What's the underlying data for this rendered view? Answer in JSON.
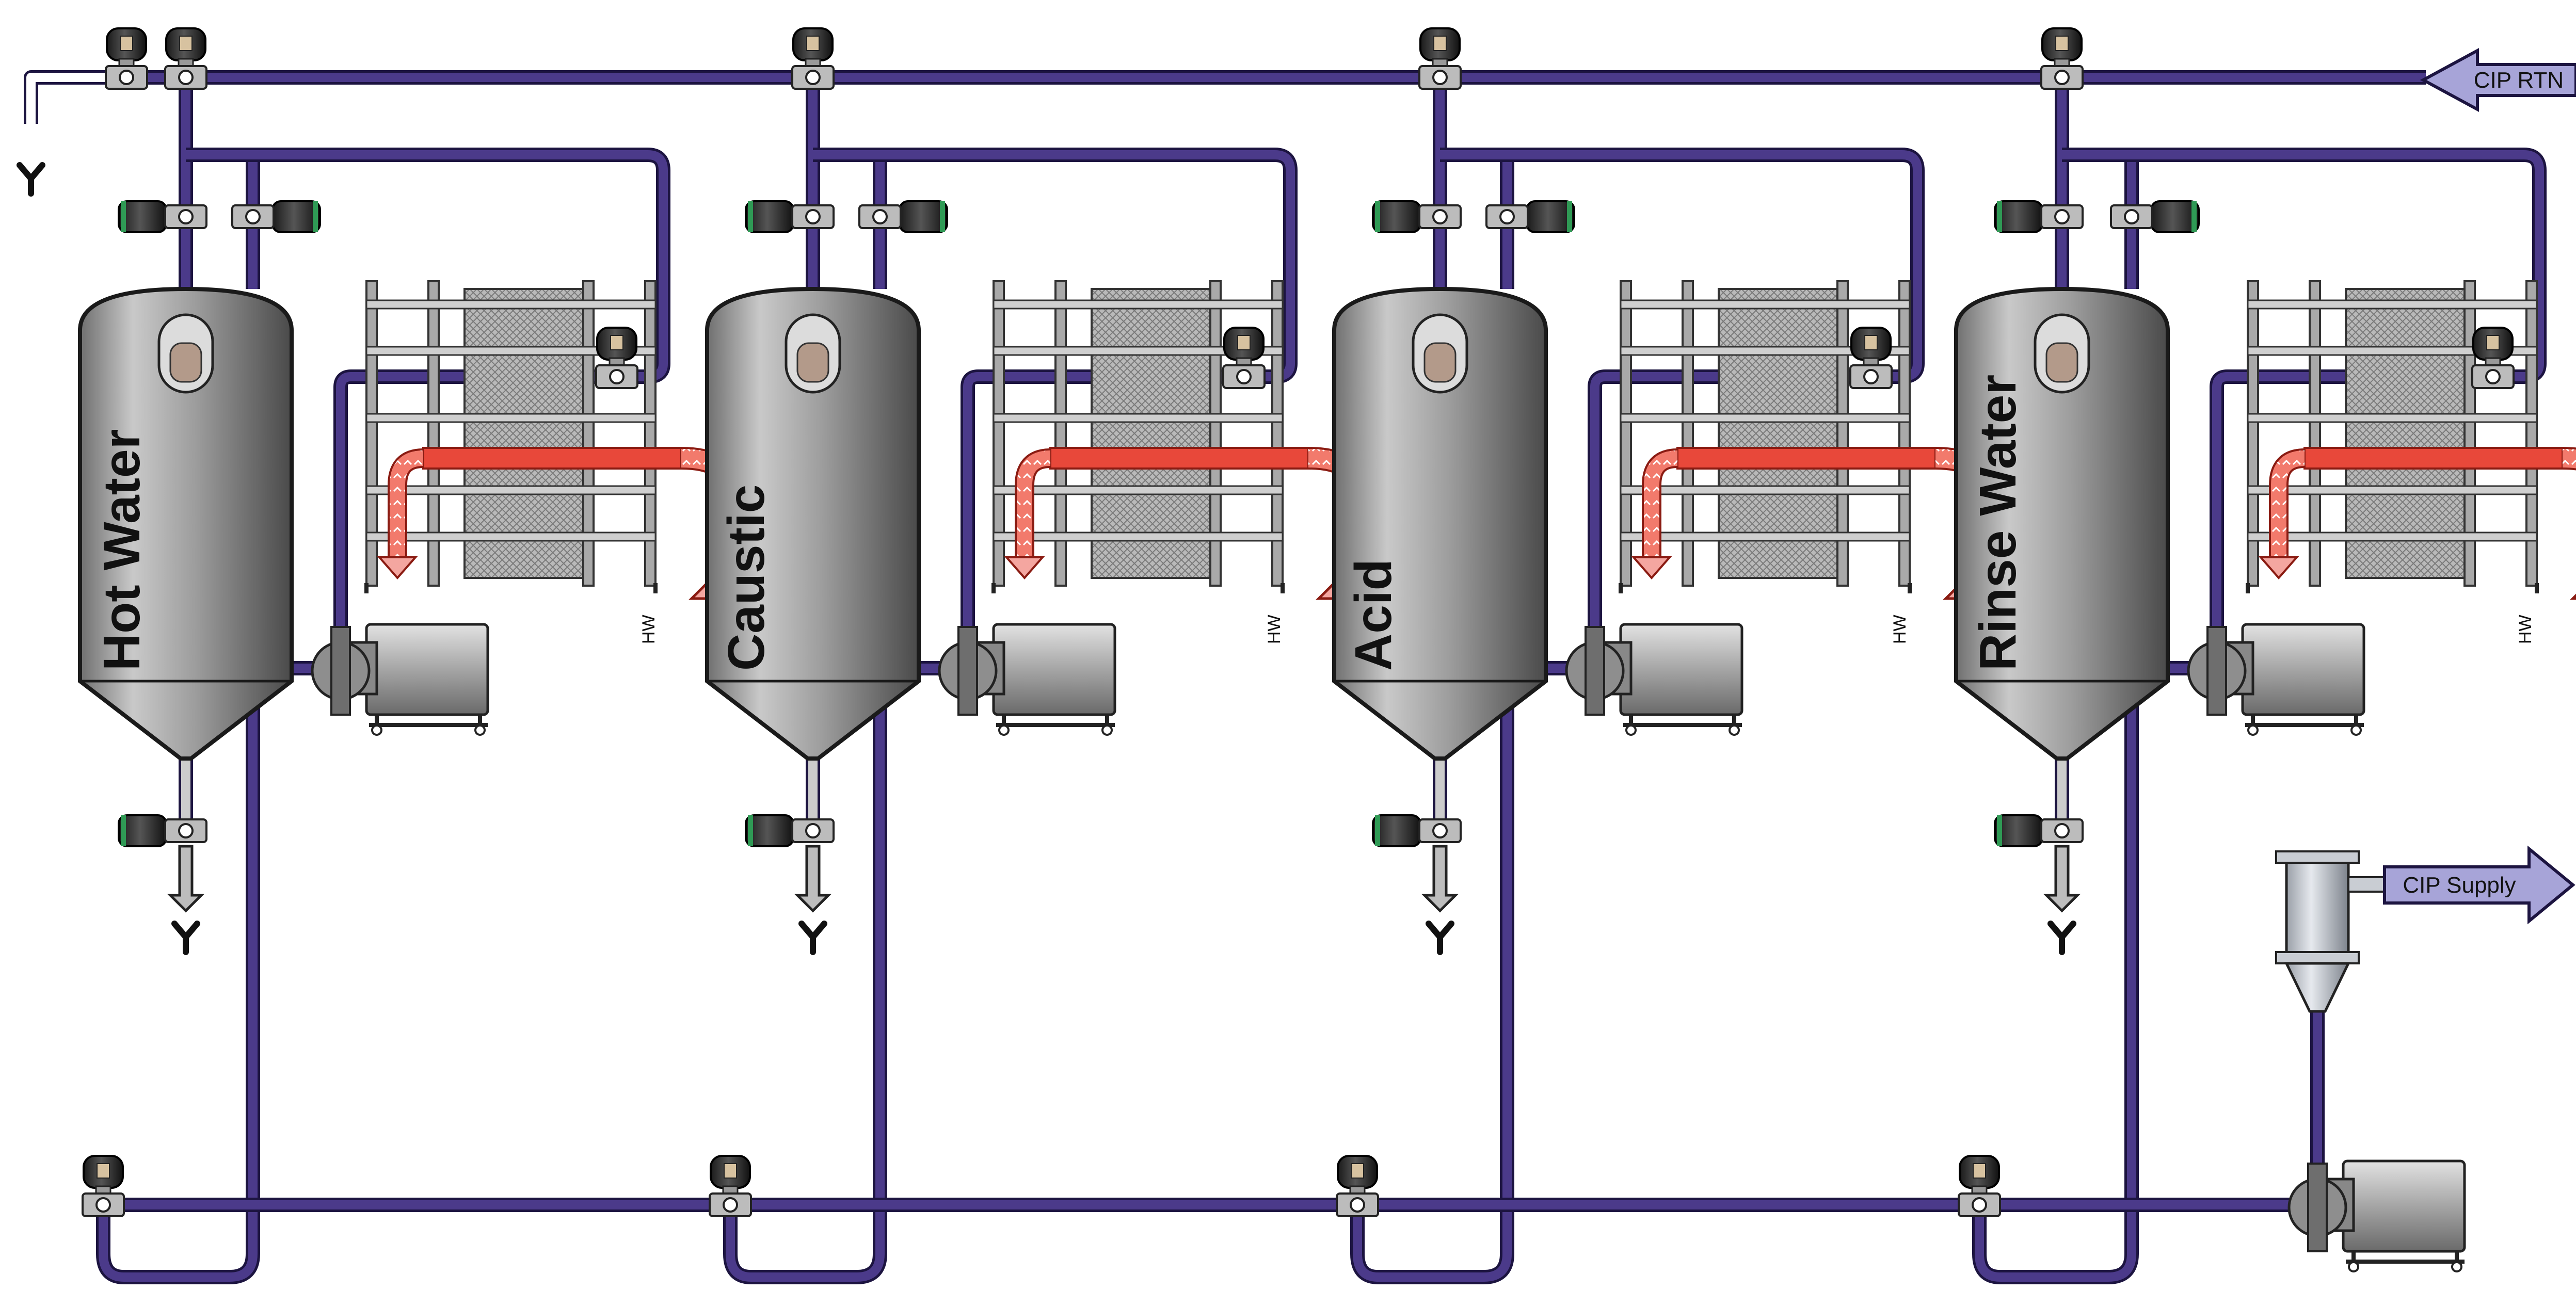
{
  "labels": {
    "cip_return": "CIP RTN",
    "cip_supply": "CIP Supply",
    "hw": "HW"
  },
  "tanks": [
    {
      "name": "Hot Water"
    },
    {
      "name": "Caustic"
    },
    {
      "name": "Acid"
    },
    {
      "name": "Rinse Water"
    }
  ],
  "colors": {
    "process_pipe": "#4b3a8a",
    "pipe_outline": "#1c1440",
    "hot_water": "#e8483a",
    "hw_arrow_fill": "#f4a6a0",
    "cip_arrow_fill": "#a7a4d8",
    "tank_gray": "#8a8a8a",
    "valve_actuator": "#2a2a2a",
    "valve_ring": "#2f9a55",
    "drain_arrow": "#bdbdbd"
  },
  "icons": {
    "drain": "drain-symbol-icon",
    "valve": "valve-icon",
    "pump": "pump-icon",
    "heat_exchanger": "plate-heat-exchanger-icon",
    "strainer": "strainer-icon"
  }
}
